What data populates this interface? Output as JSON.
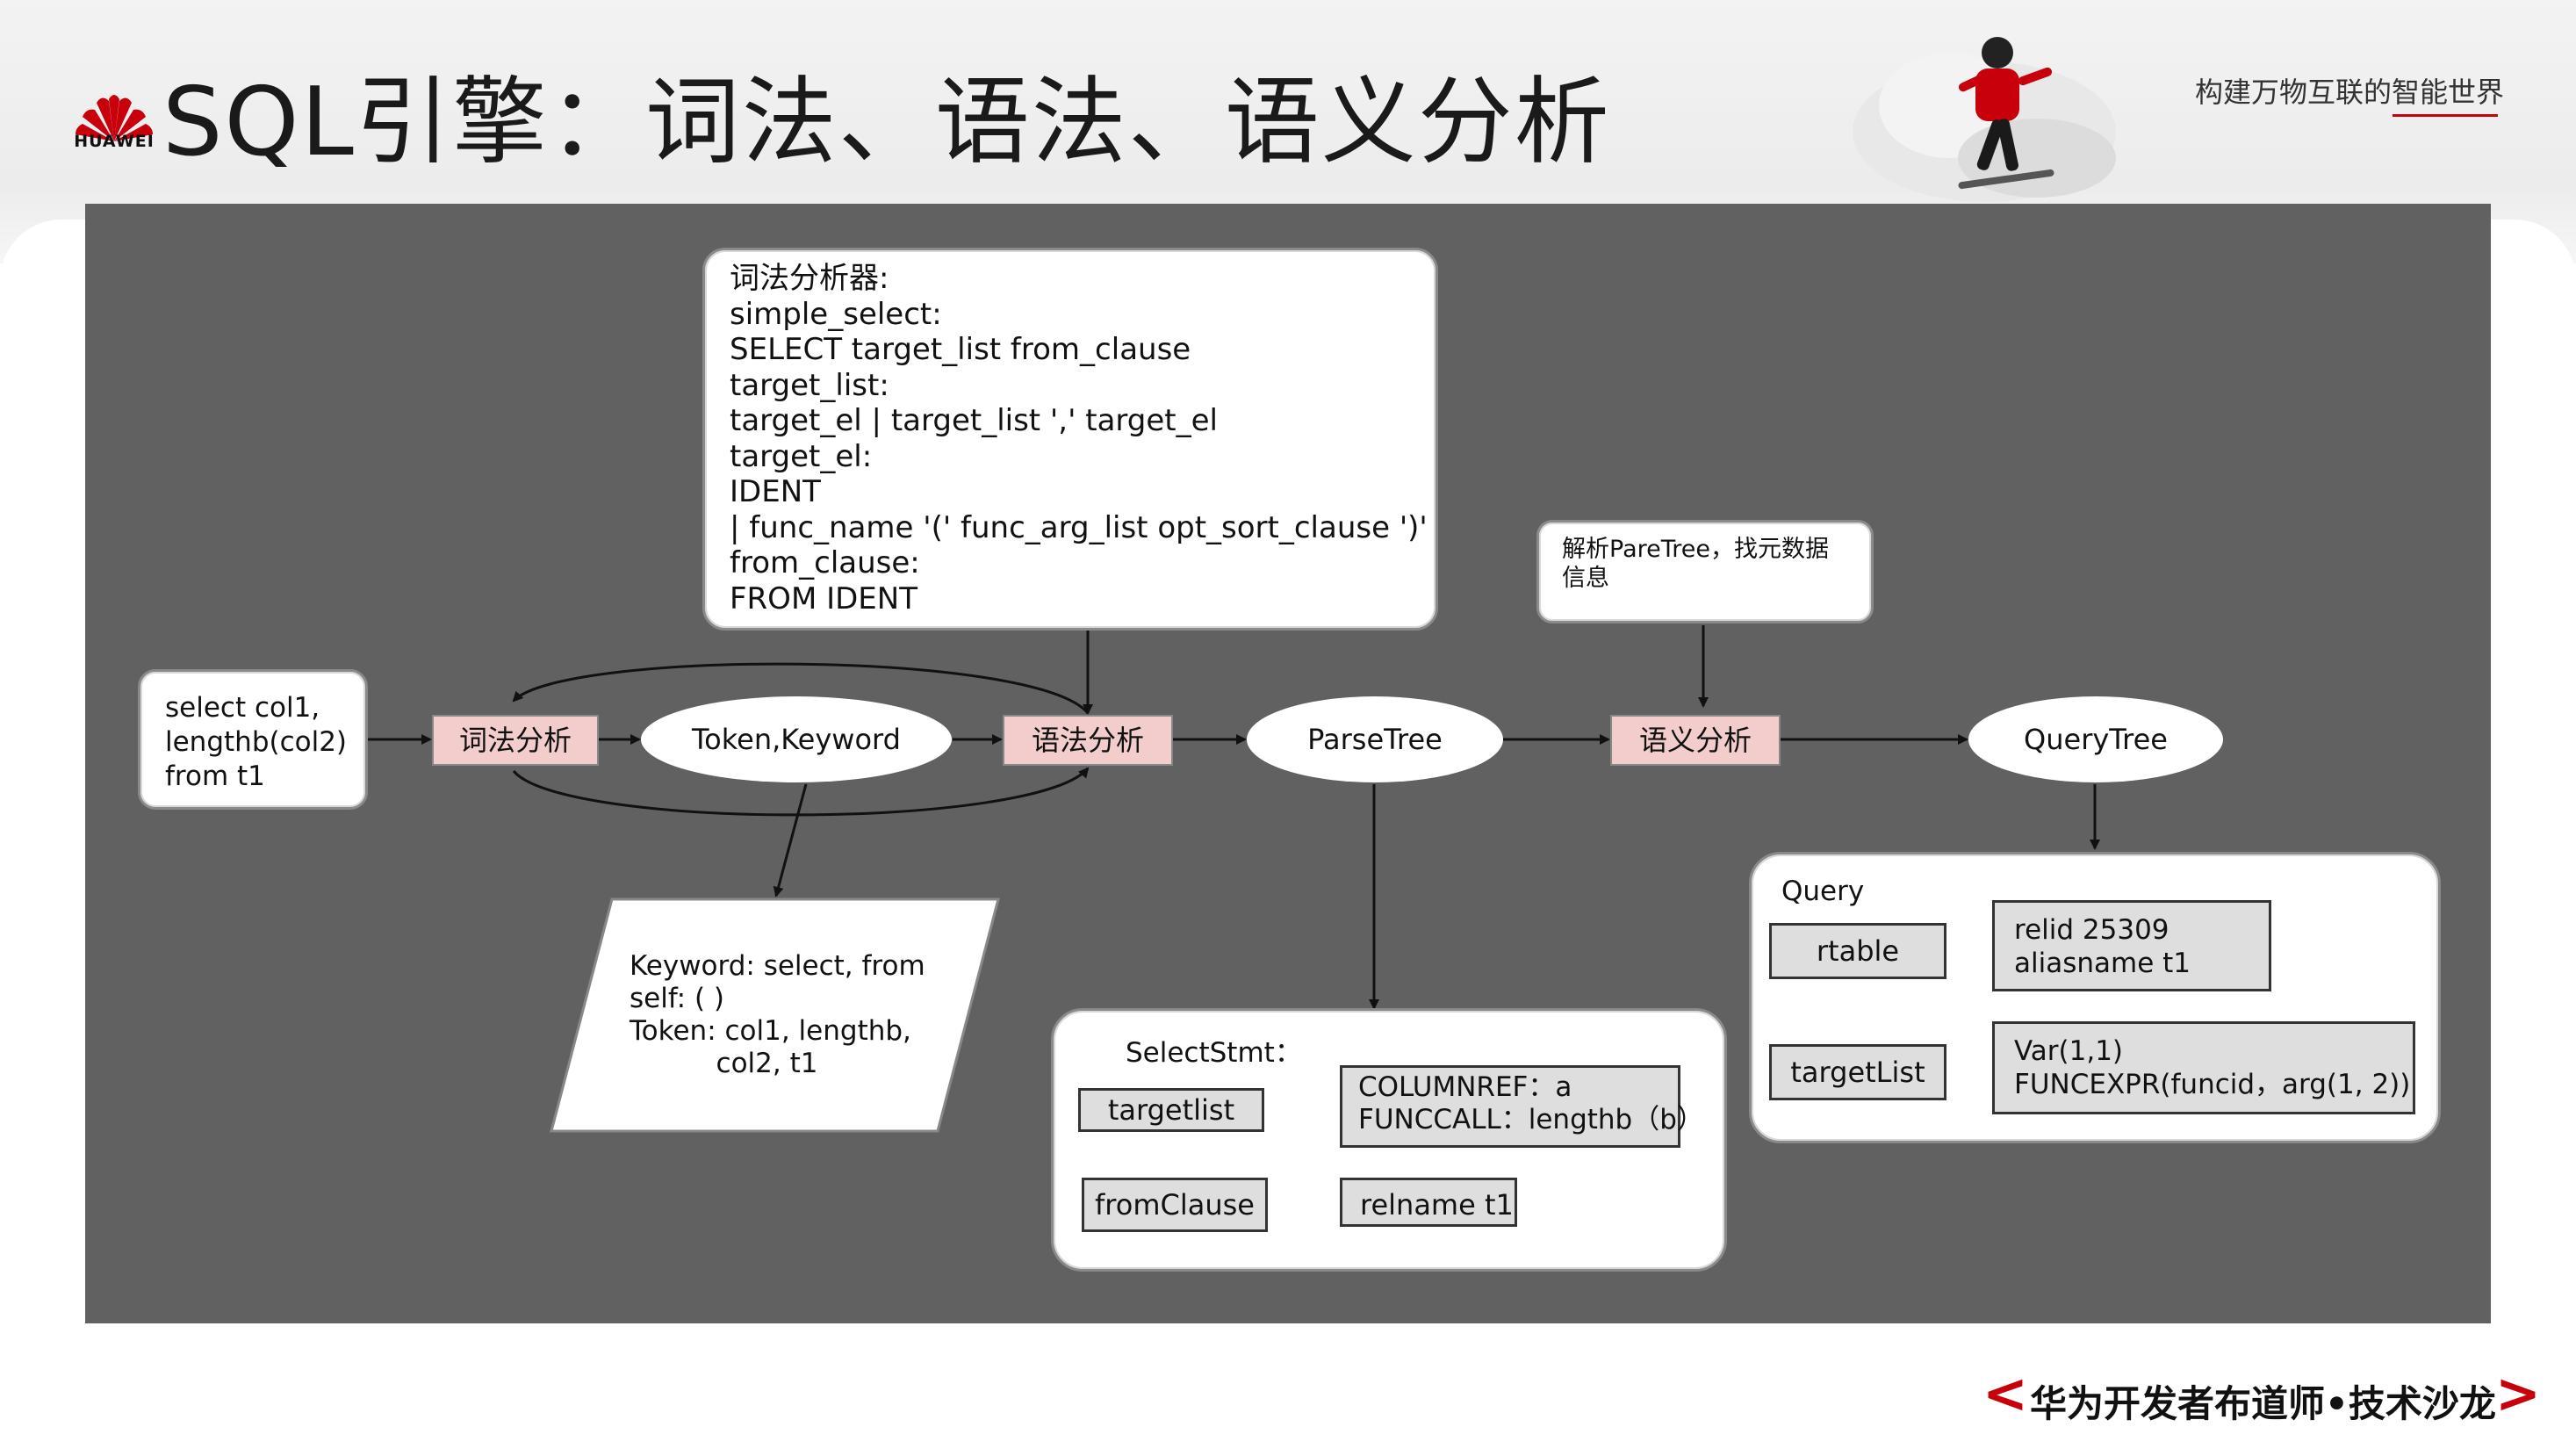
{
  "brand": {
    "logo_text": "HUAWEI",
    "accent": "#c7000b"
  },
  "header": {
    "title": "SQL引擎：词法、语法、语义分析",
    "slogan": "构建万物互联的智能世界"
  },
  "diagram": {
    "input_sql": "select col1,\nlengthb(col2)\nfrom t1",
    "lexer_box": "词法分析器:\nsimple_select:\nSELECT target_list from_clause\ntarget_list:\ntarget_el | target_list ',' target_el\ntarget_el:\nIDENT\n| func_name '(' func_arg_list opt_sort_clause ')'\nfrom_clause:\nFROM IDENT",
    "semantic_note": "解析PareTree，找元数据\n信息",
    "stages": {
      "lexical": "词法分析",
      "syntax": "语法分析",
      "semantic": "语义分析"
    },
    "nodes": {
      "token_keyword": "Token,Keyword",
      "parse_tree": "ParseTree",
      "query_tree": "QueryTree"
    },
    "token_box": "Keyword: select, from\nself: ( )\nToken: col1, lengthb,\n          col2, t1",
    "select_stmt": {
      "title": "SelectStmt：",
      "targetlist": "targetlist",
      "targetlist_value": "COLUMNREF：a\nFUNCCALL：lengthb（b）",
      "from_clause": "fromClause",
      "from_value": "relname t1"
    },
    "query": {
      "title": "Query",
      "rtable": "rtable",
      "rtable_value": "relid 25309\naliasname t1",
      "target_list": "targetList",
      "target_list_value": "Var(1,1)\nFUNCEXPR(funcid，arg(1, 2))"
    }
  },
  "footer": {
    "left_arrow": "<",
    "text": "华为开发者布道师•技术沙龙",
    "right_arrow": ">"
  }
}
